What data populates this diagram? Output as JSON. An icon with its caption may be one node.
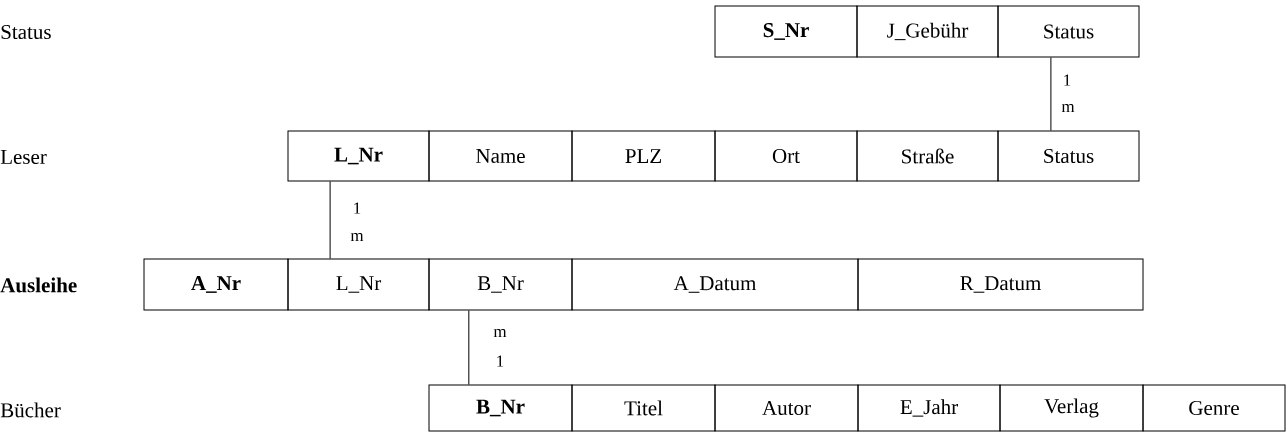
{
  "diagram": {
    "nodes": [
      {
        "text": [
          "S_Nr"
        ]
      },
      {
        "text": [
          "J_Gebühr"
        ]
      },
      {
        "text": [
          "Status"
        ]
      },
      {
        "text": [
          "L_Nr"
        ]
      },
      {
        "text": [
          "Name"
        ]
      },
      {
        "text": [
          "PLZ"
        ]
      },
      {
        "text": [
          "Ort"
        ]
      },
      {
        "text": [
          "Straße"
        ]
      },
      {
        "text": [
          "Status"
        ]
      },
      {
        "text": [
          "A_Nr"
        ]
      },
      {
        "text": [
          "L_Nr"
        ]
      },
      {
        "text": [
          "B_Nr"
        ]
      },
      {
        "text": [
          "A_Datum"
        ]
      },
      {
        "text": [
          "R_Datum"
        ]
      },
      {
        "text": [
          "B_Nr"
        ]
      },
      {
        "text": [
          "Titel"
        ]
      },
      {
        "text": [
          "Autor"
        ]
      },
      {
        "text": [
          "E_Jahr"
        ]
      },
      {
        "text": [
          "Verlag"
        ]
      },
      {
        "text": [
          "Genre"
        ]
      }
    ],
    "edges": [
      {
        "from": 2,
        "to": 8,
        "arrow": "none"
      },
      {
        "from": 3,
        "to": 10,
        "arrow": "none"
      },
      {
        "from": 11,
        "to": 14,
        "arrow": "none"
      }
    ],
    "labels": [
      "Status",
      "1",
      "m",
      "Leser",
      "1",
      "m",
      "Ausleihe",
      "m",
      "1",
      "Bücher"
    ]
  }
}
